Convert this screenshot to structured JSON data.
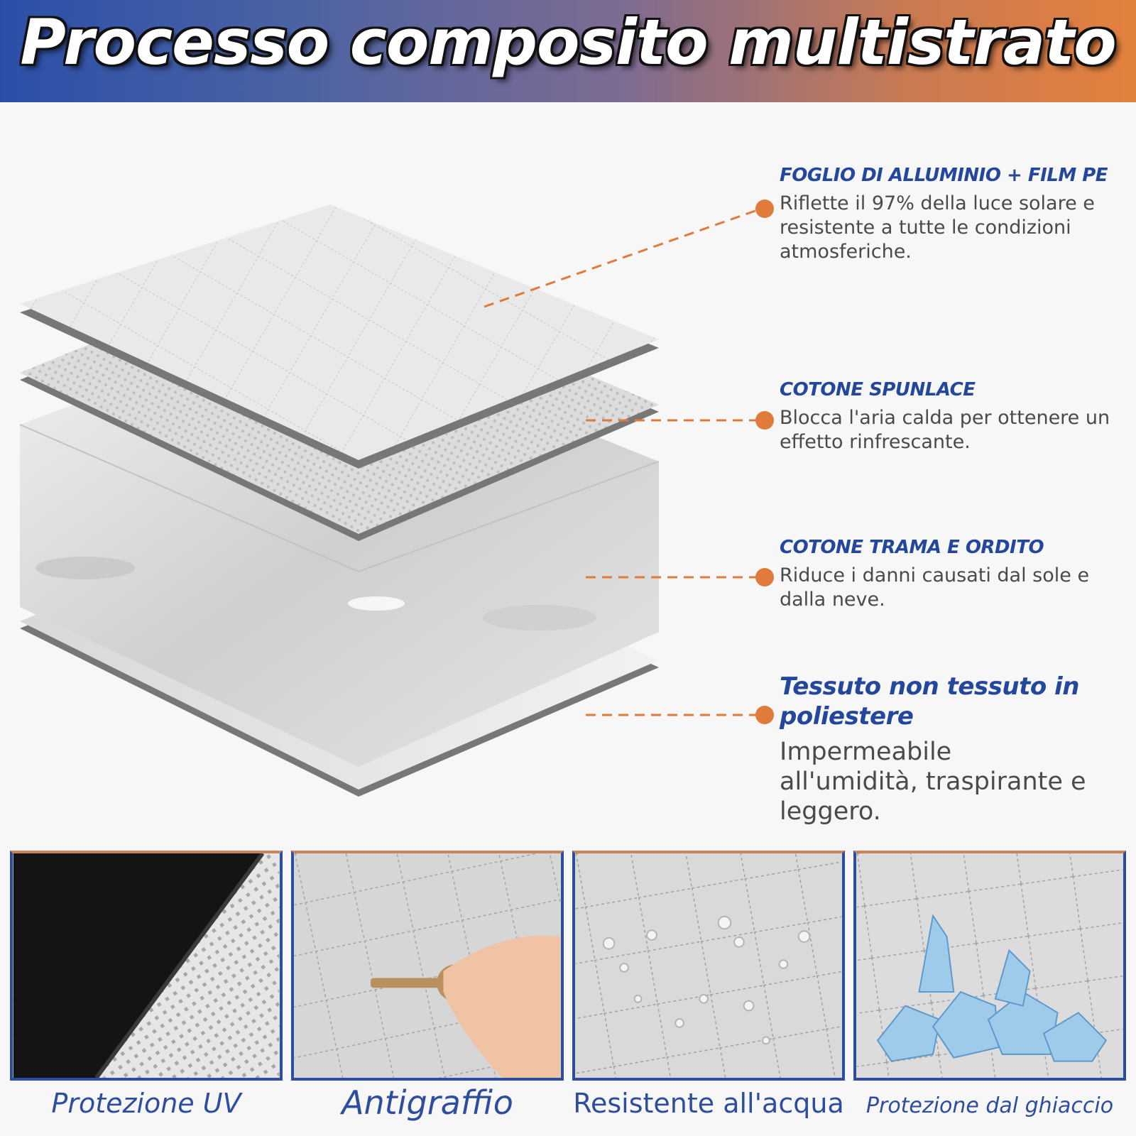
{
  "header": {
    "title": "Processo composito multistrato"
  },
  "layers": [
    {
      "title": "FOGLIO DI ALLUMINIO + FILM PE",
      "description": "Riflette il 97% della luce solare e resistente a tutte le condizioni atmosferiche."
    },
    {
      "title": "COTONE SPUNLACE",
      "description": "Blocca l'aria calda per ottenere un effetto rinfrescante."
    },
    {
      "title": "COTONE TRAMA E ORDITO",
      "description": "Riduce i danni causati dal sole e dalla neve."
    },
    {
      "title": "Tessuto non tessuto in poliestere",
      "description": "Impermeabile all'umidità, traspirante e leggero."
    }
  ],
  "features": [
    {
      "label": "Protezione UV",
      "icon": "uv-fabric-closeup"
    },
    {
      "label": "Antigraffio",
      "icon": "key-scratch-hand"
    },
    {
      "label": "Resistente all'acqua",
      "icon": "water-drops"
    },
    {
      "label": "Protezione dal ghiaccio",
      "icon": "ice-cubes"
    }
  ],
  "colors": {
    "accent_blue": "#24479e",
    "accent_orange": "#e07b3c",
    "text_gray": "#4a4a4a"
  }
}
